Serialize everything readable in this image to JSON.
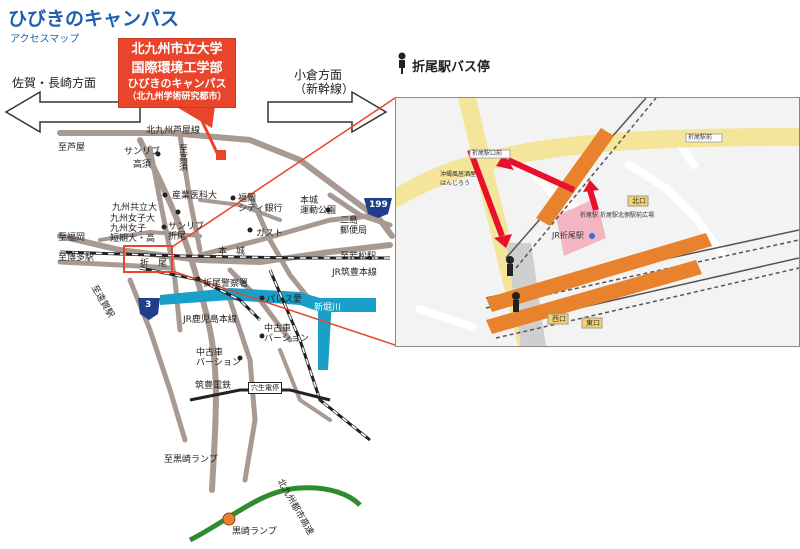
{
  "title": "ひびきのキャンパス",
  "subtitle": "アクセスマップ",
  "campus": {
    "line1": "北九州市立大学",
    "line2": "国際環境工学部",
    "line3": "ひびきのキャンパス",
    "line4": "（北九州学術研究都市）"
  },
  "directions": {
    "left": "佐賀・長崎方面",
    "right_line1": "小倉方面",
    "right_line2": "（新幹線）"
  },
  "bus_stop_title": "折尾駅バス停",
  "map_labels": {
    "ashiya_line": "北九州芦屋線",
    "to_ashiya": "至芦屋",
    "sunrib_takasu": "サンリブ\n高須",
    "to_takasu": "至高須",
    "sangyo": "産業医科大",
    "kyushu_kyoritsu": "九州共立大",
    "kyushu_joshi": "九州女子大\n九州女子\n短期大・高",
    "sunrib_orio": "サンリブ\n折尾",
    "fukuoka_bank": "福岡\nシティ銀行",
    "gust": "ガスト",
    "motoshiro": "本城\n運動公園",
    "ninoshima": "二島\n郵便局",
    "route199": "199",
    "to_fukuoka": "至福岡",
    "to_hakata": "至博多駅",
    "honjo": "本　城",
    "orio": "折　尾",
    "to_wakamatsu": "至若松駅",
    "chikuho_line": "JR筑豊本線",
    "to_onga": "至遠賀駅",
    "orio_police": "折尾警察署",
    "palace": "パレス愛",
    "shinhorikawa": "新堀川",
    "route3": "3",
    "kagoshima_line": "JR鹿児島本線",
    "usedcar1": "中古車\nバーション",
    "usedcar2": "中古車\nバーション",
    "chikuho_rail": "筑豊電鉄",
    "anahura": "穴生電停",
    "to_kurosaki": "至黒崎ランプ",
    "kurosaki": "黒崎ランプ",
    "city_highway": "北九州都市高速"
  },
  "inset_labels": {
    "bus_top": "折尾駅口前",
    "bus_top2": "折尾駅前",
    "okinawa": "沖縄風居酒屋\nはんじろう",
    "orio_eki": "JR折尾駅",
    "orio_small": "折尾駅",
    "plaza": "折尾駅北側駅前広場",
    "kitaguchi": "北口",
    "nishiguchi": "西口",
    "higashiguchi": "東口"
  },
  "colors": {
    "title": "#1f5fae",
    "campus": "#e8452c",
    "road": "#a89a92",
    "river": "#1a9fc9",
    "highway": "#2e8b2e",
    "rail": "#222222",
    "route_orange": "#e8822c",
    "arrow_red": "#e8102a",
    "inset_road": "#f5e59a"
  }
}
